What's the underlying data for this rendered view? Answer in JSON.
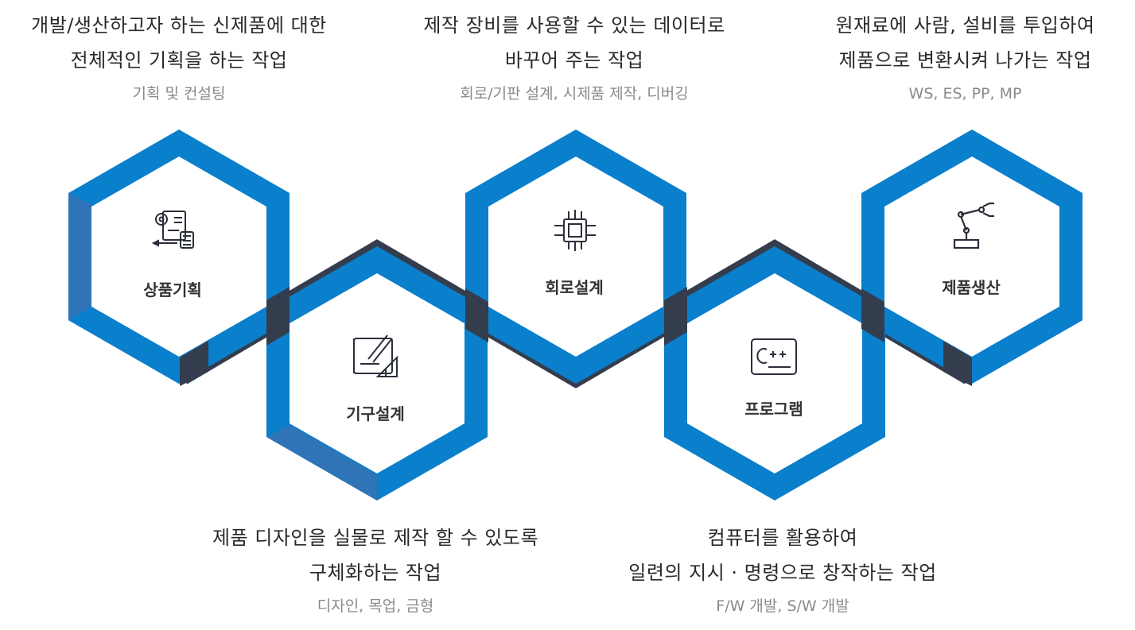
{
  "stages": [
    {
      "key": "planning",
      "label": "상품기획",
      "icon": "planning-document-icon",
      "description": [
        "개발/생산하고자 하는 신제품에 대한",
        "전체적인 기획을 하는 작업"
      ],
      "detail": "기획 및 컨설팅"
    },
    {
      "key": "mechanism",
      "label": "기구설계",
      "icon": "blueprint-drafting-icon",
      "description": [
        "제품 디자인을 실물로 제작 할 수 있도록",
        "구체화하는 작업"
      ],
      "detail": "디자인, 목업, 금형"
    },
    {
      "key": "circuit",
      "label": "회로설계",
      "icon": "microchip-icon",
      "description": [
        "제작 장비를 사용할 수 있는 데이터로",
        "바꾸어 주는 작업"
      ],
      "detail": "회로/기판 설계, 시제품 제작, 디버깅"
    },
    {
      "key": "program",
      "label": "프로그램",
      "icon": "cpp-code-icon",
      "description": [
        "컴퓨터를 활용하여",
        "일련의 지시 · 명령으로 창작하는 작업"
      ],
      "detail": "F/W 개발, S/W  개발"
    },
    {
      "key": "production",
      "label": "제품생산",
      "icon": "robot-arm-icon",
      "description": [
        "원재료에 사람, 설비를 투입하여",
        "제품으로 변환시켜 나가는 작업"
      ],
      "detail": "WS, ES, PP, MP"
    }
  ],
  "colors": {
    "hex_blue": "#0a7fcc",
    "hex_blue_shade": "#2f74b6",
    "connector_dark": "#343d4e",
    "text_main": "#2a2a2a",
    "text_sub": "#8a8a8a"
  }
}
